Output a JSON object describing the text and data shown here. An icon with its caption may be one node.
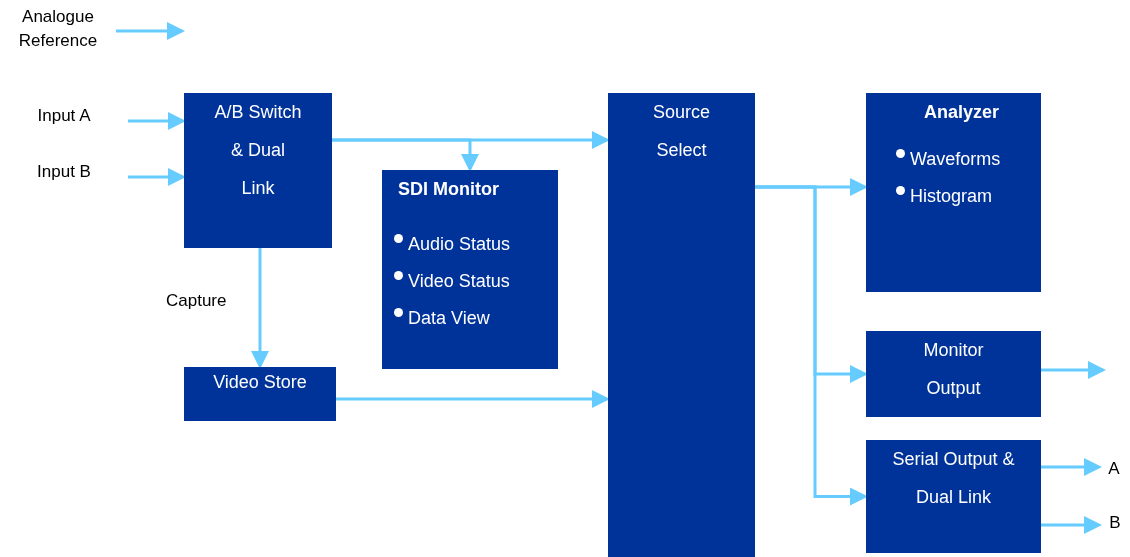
{
  "diagram": {
    "nodes": [
      {
        "text": [
          "Analogue Reference"
        ]
      },
      {
        "text": [
          "Input A"
        ]
      },
      {
        "text": [
          "Input B"
        ]
      },
      {
        "text": [
          "A/B Switch & Dual Link"
        ]
      },
      {
        "text": [
          "SDI Monitor",
          "Audio Status",
          "Video Status",
          "Data View"
        ]
      },
      {
        "text": [
          "Source Select"
        ]
      },
      {
        "text": [
          "Analyzer",
          "Waveforms",
          "Histogram"
        ]
      },
      {
        "text": [
          "Monitor Output"
        ]
      },
      {
        "text": [
          "Serial Output & Dual Link"
        ]
      },
      {
        "text": [
          "Video Store"
        ]
      },
      {
        "text": [
          "A"
        ]
      },
      {
        "text": [
          "B"
        ]
      }
    ],
    "edges": [
      {
        "from": 0,
        "to": null,
        "arrow": "to"
      },
      {
        "from": 1,
        "to": 3,
        "arrow": "to"
      },
      {
        "from": 2,
        "to": 3,
        "arrow": "to"
      },
      {
        "from": 3,
        "to": 5,
        "arrow": "to"
      },
      {
        "from": 3,
        "to": 4,
        "arrow": "to"
      },
      {
        "from": 3,
        "to": 9,
        "arrow": "to",
        "label": "Capture"
      },
      {
        "from": 9,
        "to": 5,
        "arrow": "to"
      },
      {
        "from": 5,
        "to": 6,
        "arrow": "to"
      },
      {
        "from": 5,
        "to": 7,
        "arrow": "to"
      },
      {
        "from": 5,
        "to": 8,
        "arrow": "to"
      },
      {
        "from": 7,
        "to": null,
        "arrow": "to"
      },
      {
        "from": 8,
        "to": 10,
        "arrow": "to"
      },
      {
        "from": 8,
        "to": 11,
        "arrow": "to"
      }
    ]
  }
}
